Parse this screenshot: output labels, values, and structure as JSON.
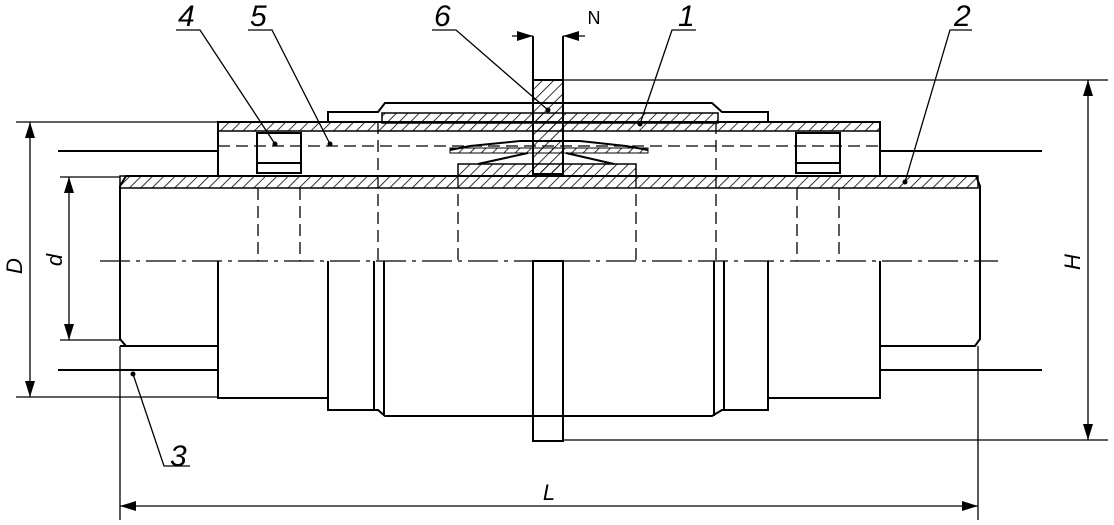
{
  "callouts": [
    "4",
    "5",
    "6",
    "1",
    "2",
    "3"
  ],
  "dimensions": {
    "D": "D",
    "d": "d",
    "H": "H",
    "L": "L",
    "N": "N"
  }
}
